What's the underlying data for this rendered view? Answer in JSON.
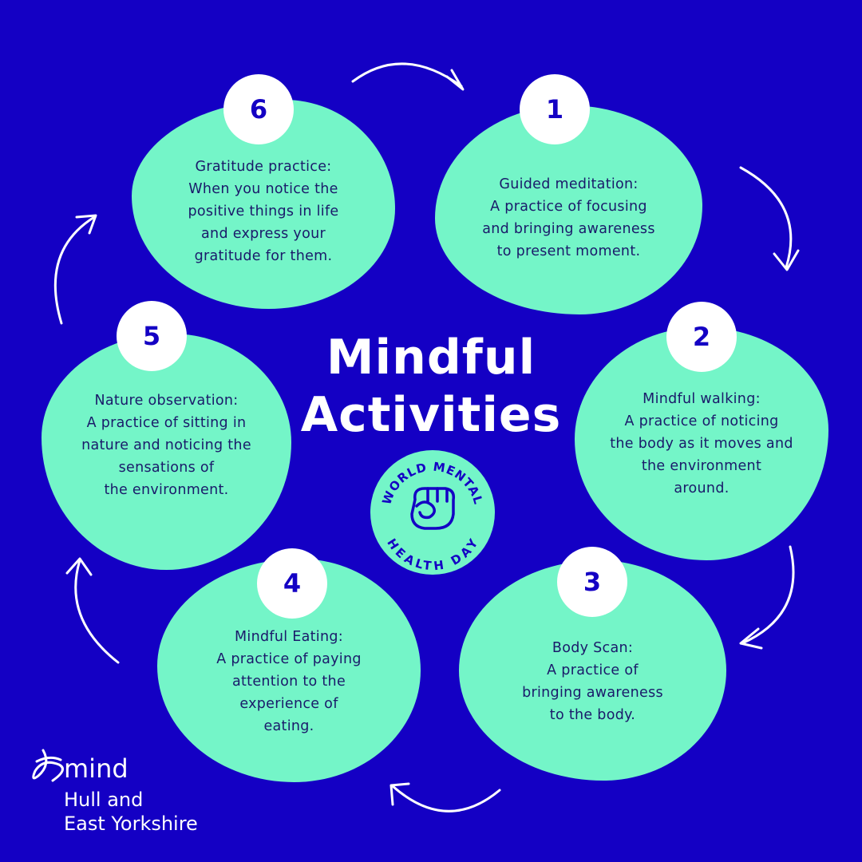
{
  "title": {
    "line1": "Mindful",
    "line2": "Activities"
  },
  "activities": [
    {
      "number": "1",
      "lines": [
        "Guided meditation:",
        "A practice of focusing",
        "and bringing awareness",
        "to present moment."
      ]
    },
    {
      "number": "2",
      "lines": [
        "Mindful walking:",
        "A practice of noticing",
        "the body as it moves and",
        "the environment",
        "around."
      ]
    },
    {
      "number": "3",
      "lines": [
        "Body Scan:",
        "A practice of",
        "bringing awareness",
        "to the body."
      ]
    },
    {
      "number": "4",
      "lines": [
        "Mindful Eating:",
        "A practice of paying",
        "attention to the",
        "experience of",
        "eating."
      ]
    },
    {
      "number": "5",
      "lines": [
        "Nature observation:",
        "A practice of sitting in",
        "nature and noticing the",
        "sensations of",
        "the environment."
      ]
    },
    {
      "number": "6",
      "lines": [
        "Gratitude practice:",
        "When you notice the",
        "positive things in life",
        "and express your",
        "gratitude for them."
      ]
    }
  ],
  "seal": {
    "top_text": "WORLD MENTAL",
    "bottom_text": "HEALTH DAY",
    "icon": "fist-icon"
  },
  "brand": {
    "logo_icon": "mind-logo-icon",
    "name": "mind",
    "line1": "Hull and",
    "line2": "East Yorkshire"
  },
  "colors": {
    "background": "#1400c4",
    "blob": "#74f5c8",
    "badge": "#ffffff",
    "number": "#1400c4",
    "title": "#ffffff",
    "text": "#1a1a6a"
  }
}
